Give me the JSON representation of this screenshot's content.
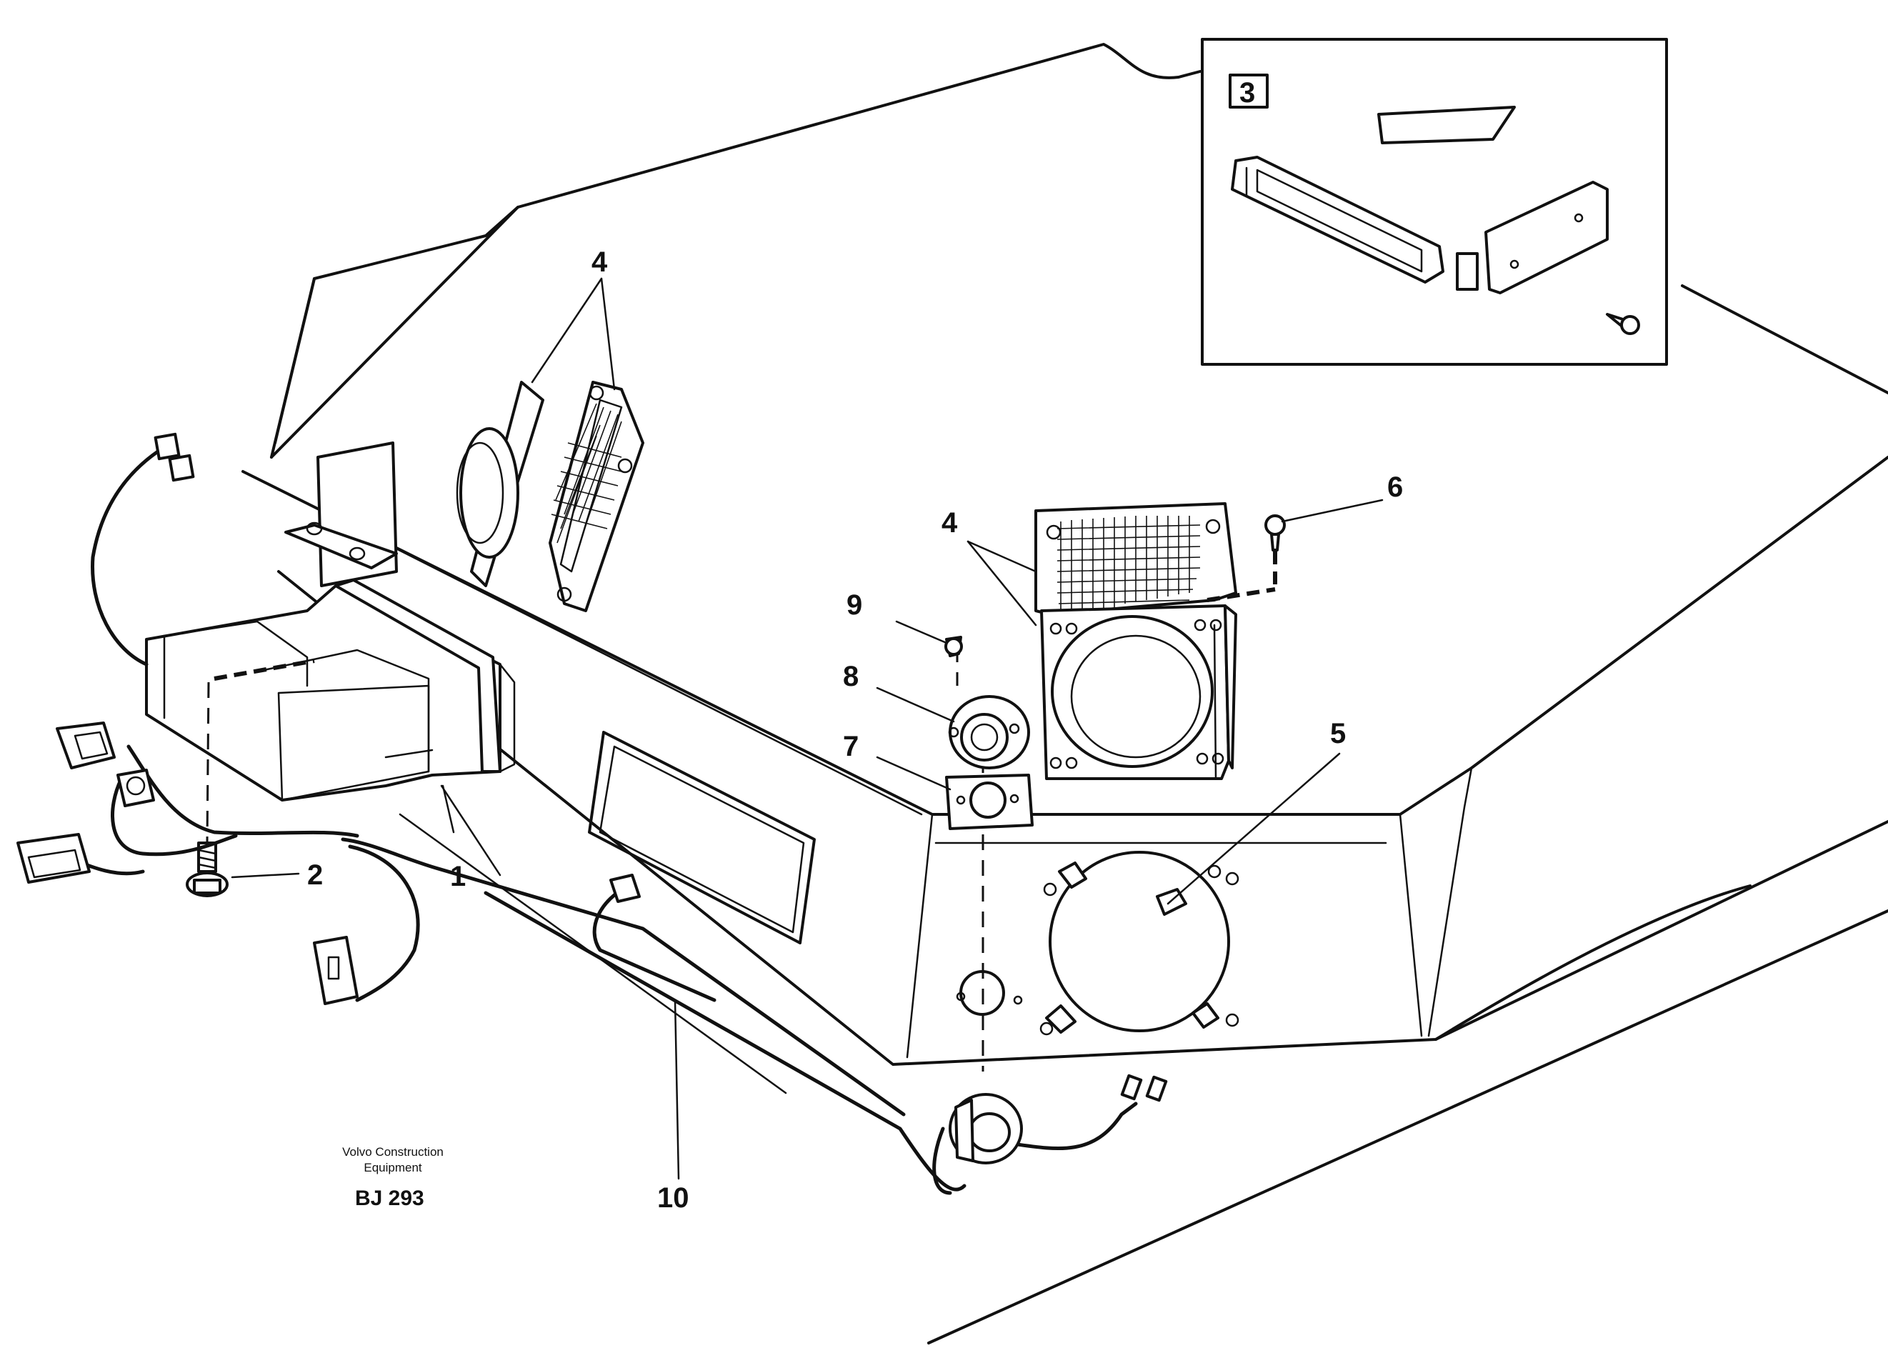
{
  "callouts": {
    "c1": "1",
    "c2": "2",
    "c3": "3",
    "c4_left": "4",
    "c4_right": "4",
    "c5": "5",
    "c6": "6",
    "c7": "7",
    "c8": "8",
    "c9": "9",
    "c10": "10"
  },
  "caption": {
    "maker_line1": "Volvo Construction",
    "maker_line2": "Equipment",
    "drawing_code": "BJ 293"
  }
}
